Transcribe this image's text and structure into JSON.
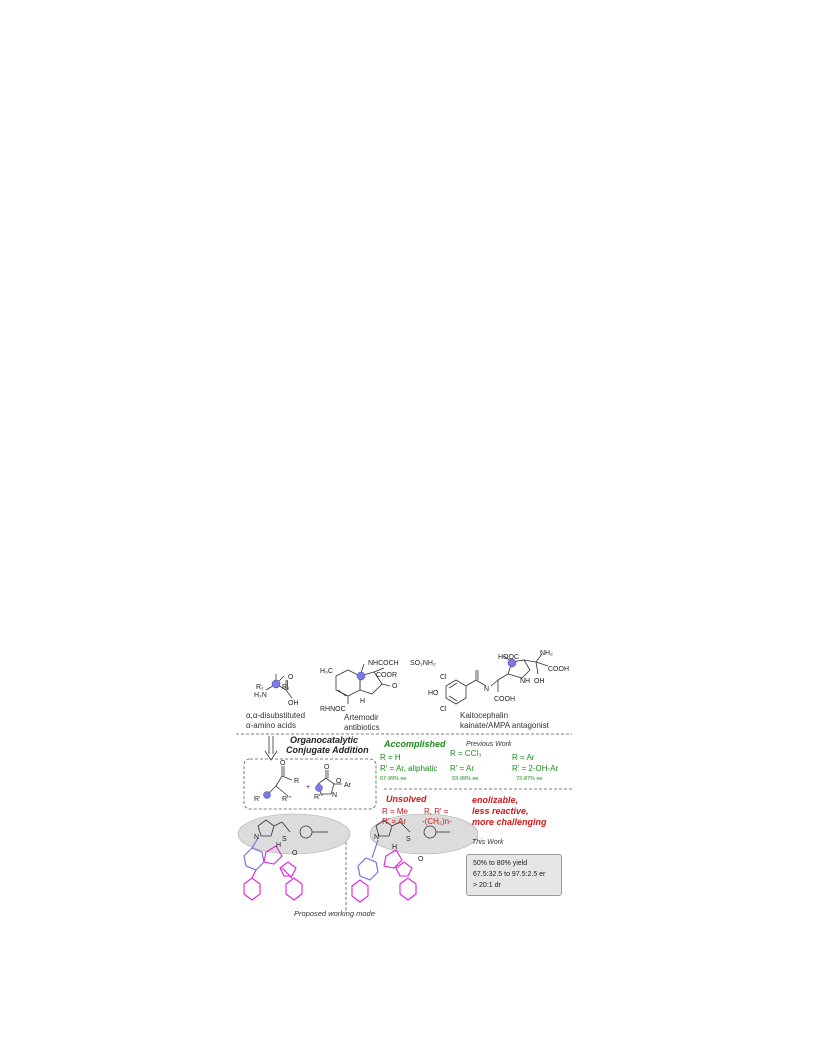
{
  "top": {
    "compound1": {
      "r2": "R₂",
      "r1": "R₁",
      "h2n": "H₂N",
      "oh": "OH",
      "o": "O",
      "caption1": "α,α-disubstituted",
      "caption2": "α-amino acids"
    },
    "compound2": {
      "h3c": "H₃C",
      "nhcoch": "NHCOCH",
      "coor": "COOR",
      "o": "O",
      "rhnoc": "RHNOC",
      "h": "H",
      "caption1": "Artemodir",
      "caption2": "antibiotics"
    },
    "compound3": {
      "so2nh2": "SO₂NH₂",
      "cl1": "Cl",
      "ho": "HO",
      "cl2": "Cl",
      "n": "N",
      "cooh": "COOH",
      "caption1": "Kaitocephalin",
      "caption2": "kainate/AMPA antagonist"
    },
    "compound4": {
      "hooc": "HOOC",
      "nh2": "NH₂",
      "cooh": "COOH",
      "nh": "NH",
      "oh": "OH"
    }
  },
  "arrow_label": {
    "line1": "Organocatalytic",
    "line2": "Conjugate Addition"
  },
  "reaction": {
    "o": "O",
    "r": "R",
    "r_prime": "R'",
    "r_triple": "R'''",
    "plus": "+",
    "ox_o": "O",
    "ox_o2": "O",
    "ox_n": "N",
    "ar": "Ar"
  },
  "accomplished": {
    "title": "Accomplished",
    "tag": "Previous Work",
    "col1": [
      "R = H",
      "R' = Ar, aliphatic"
    ],
    "col2": [
      "R = CCl₃",
      "R' = Ar"
    ],
    "col3": [
      "R = Ar",
      "R' = 2-OH-Ar"
    ],
    "refs": [
      "67-99% ee",
      "93-99% ee",
      "72-87% ee"
    ]
  },
  "unsolved": {
    "title": "Unsolved",
    "rows": [
      [
        "R = Me",
        "R, R' ="
      ],
      [
        "R' = Ar",
        "-(CH₂)n-"
      ]
    ],
    "notes": [
      "enolizable,",
      "less reactive,",
      "more challenging"
    ],
    "tag": "This Work"
  },
  "results": [
    "50% to 80% yield",
    "67.5:32.5 to 97.5:2.5 er",
    "> 20:1 dr"
  ],
  "mechanism": {
    "n": "N",
    "s": "S",
    "o": "O",
    "h": "H",
    "caption": "Proposed working mode"
  },
  "colors": {
    "green": "#1a8a1a",
    "red": "#d01818",
    "magenta": "#e01ee0",
    "blue": "#6a6ae6"
  }
}
